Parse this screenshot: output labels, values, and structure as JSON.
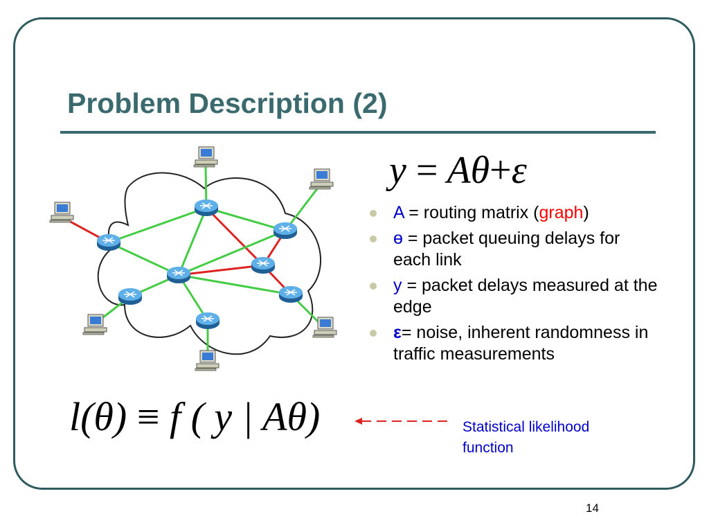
{
  "slide": {
    "title": "Problem Description (2)",
    "page_number": "14"
  },
  "formula_top": {
    "lhs": "y",
    "eq": "=",
    "rhs_a": "Aθ",
    "plus": "+",
    "rhs_b": "ε"
  },
  "bullets": [
    {
      "symbol": "A",
      "sep": " = ",
      "text_before": "routing matrix (",
      "highlight": "graph",
      "text_after": ")"
    },
    {
      "symbol": "ɵ",
      "sep": " = ",
      "text": "packet queuing delays for each link"
    },
    {
      "symbol": "y",
      "sep": " = ",
      "text": "packet delays measured at the edge"
    },
    {
      "symbol": "ε",
      "sep": "= ",
      "text": "noise, inherent randomness in traffic measurements"
    }
  ],
  "formula_bottom": {
    "lhs": "l(θ)",
    "equiv": "≡",
    "rhs": "f ( y | Aθ)"
  },
  "caption": {
    "line1": "Statistical likelihood",
    "line2": "function"
  },
  "colors": {
    "title": "#3a6a6e",
    "frame": "#2f5a5e",
    "symbol_blue": "#0000cc",
    "highlight_red": "#ff0000",
    "link_green": "#44cc44",
    "link_red": "#dd2222",
    "router_blue": "#3a8fd0"
  }
}
